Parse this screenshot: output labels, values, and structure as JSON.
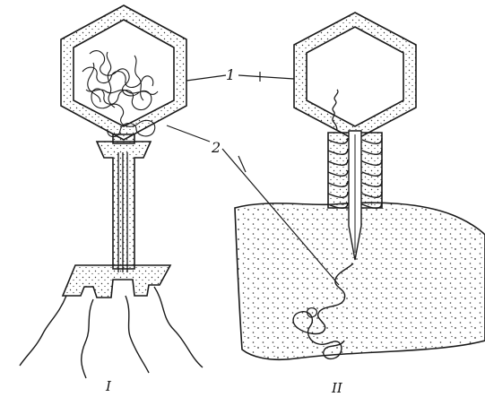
{
  "labels": {
    "capsid": "1",
    "dna": "2",
    "phage_intact": "I",
    "phage_injecting": "II"
  },
  "colors": {
    "ink": "#1a1a1a",
    "background": "#ffffff",
    "stipple": "#333333"
  }
}
